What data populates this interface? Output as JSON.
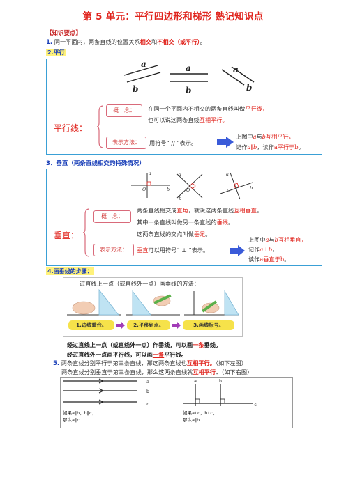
{
  "title": "第 5 单元：平行四边形和梯形 熟记知识点",
  "key_points_tag": "【知识要点】",
  "item1": {
    "num": "1.",
    "text_a": "同一平面内，两条直线的位置关系",
    "term1": "相交",
    "and": "和",
    "term2": "不相交（或平行）",
    "end": "。"
  },
  "item2": {
    "heading": "2.平行",
    "label": "平行线：",
    "concept_label": "概　念：",
    "concept_line1_a": "在同一个平面内不相交的两条直线叫做",
    "concept_line1_b": "平行线，",
    "concept_line2_a": "也可以说这两条直线",
    "concept_line2_b": "互相平行。",
    "notation_label": "表示方法：",
    "notation_text": "用符号“ // ”表示。",
    "result_line1_a": "上图中",
    "result_line1_b": "a",
    "result_line1_c": "与",
    "result_line1_d": "b",
    "result_line1_e": "互相平行，",
    "result_line2_a": "记作",
    "result_line2_b": "a∥b",
    "result_line2_c": "，读作",
    "result_line2_d": "a平行于b",
    "result_line2_e": "。",
    "fig_labels": {
      "a1": "a",
      "b1": "b",
      "a2": "a",
      "b2": "b",
      "a3": "a",
      "b3": "b"
    }
  },
  "item3": {
    "heading": "3．垂直（两条直线相交的特殊情况）",
    "label": "垂直：",
    "concept_label": "概　念：",
    "line1_a": "两条直线相交成",
    "line1_b": "直角",
    "line1_c": "，就说这两条直线",
    "line1_d": "互相垂直",
    "line1_e": "。",
    "line2_a": "其中一条直线叫做另一条直线的",
    "line2_b": "垂线",
    "line2_c": "。",
    "line3_a": "这两条直线的交点叫做",
    "line3_b": "垂足",
    "line3_c": "。",
    "notation_label": "表示方法：",
    "notation_text_a": "垂直",
    "notation_text_b": "可以用符号“ ⊥ ”表示。",
    "result_line1_a": "上图中",
    "result_line1_b": "a",
    "result_line1_c": "与",
    "result_line1_d": "b",
    "result_line1_e": "互相垂直，",
    "result_line2_a": "记作",
    "result_line2_b": "a⊥b",
    "result_line2_c": "，",
    "result_line3_a": "读作",
    "result_line3_b": "a垂直于b",
    "result_line3_c": "。",
    "fig_labels": {
      "a": "a",
      "b": "b",
      "o": "O"
    }
  },
  "item4": {
    "heading": "4.画垂线的步骤：",
    "box_title": "过直线上一点（或直线外一点）画垂线的方法：",
    "steps": [
      "1.边线重合。",
      "2.平移到点。",
      "3.画线标号。"
    ],
    "step_colors": [
      "#f6e24a",
      "#f6e24a",
      "#f6e24a"
    ],
    "line1_a": "经过直线上一点（或直线外一点）作垂线，可以画",
    "line1_b": "一条",
    "line1_c": "垂线。",
    "line2_a": "经过直线外一点画平行线，可以画",
    "line2_b": "一条",
    "line2_c": "平行线。"
  },
  "item5": {
    "num": "5.",
    "line1_a": "两条直线分别平行于第三条直线，那这两条直线也",
    "line1_b": "互相平行。",
    "line1_c": "（如下左图）",
    "line2_a": "两条直线分别垂直于第三条直线，那么这两条直线就",
    "line2_b": "互相平行",
    "line2_c": "．（如下右图）",
    "left_fig": {
      "a": "a",
      "b": "b",
      "c": "c",
      "note1": "如果a∥b，b∥c，",
      "note2": "那么a∥c"
    },
    "right_fig": {
      "a": "a",
      "b": "b",
      "c": "c",
      "note1": "如果a⊥c，b⊥c，",
      "note2": "那么a∥b"
    }
  }
}
